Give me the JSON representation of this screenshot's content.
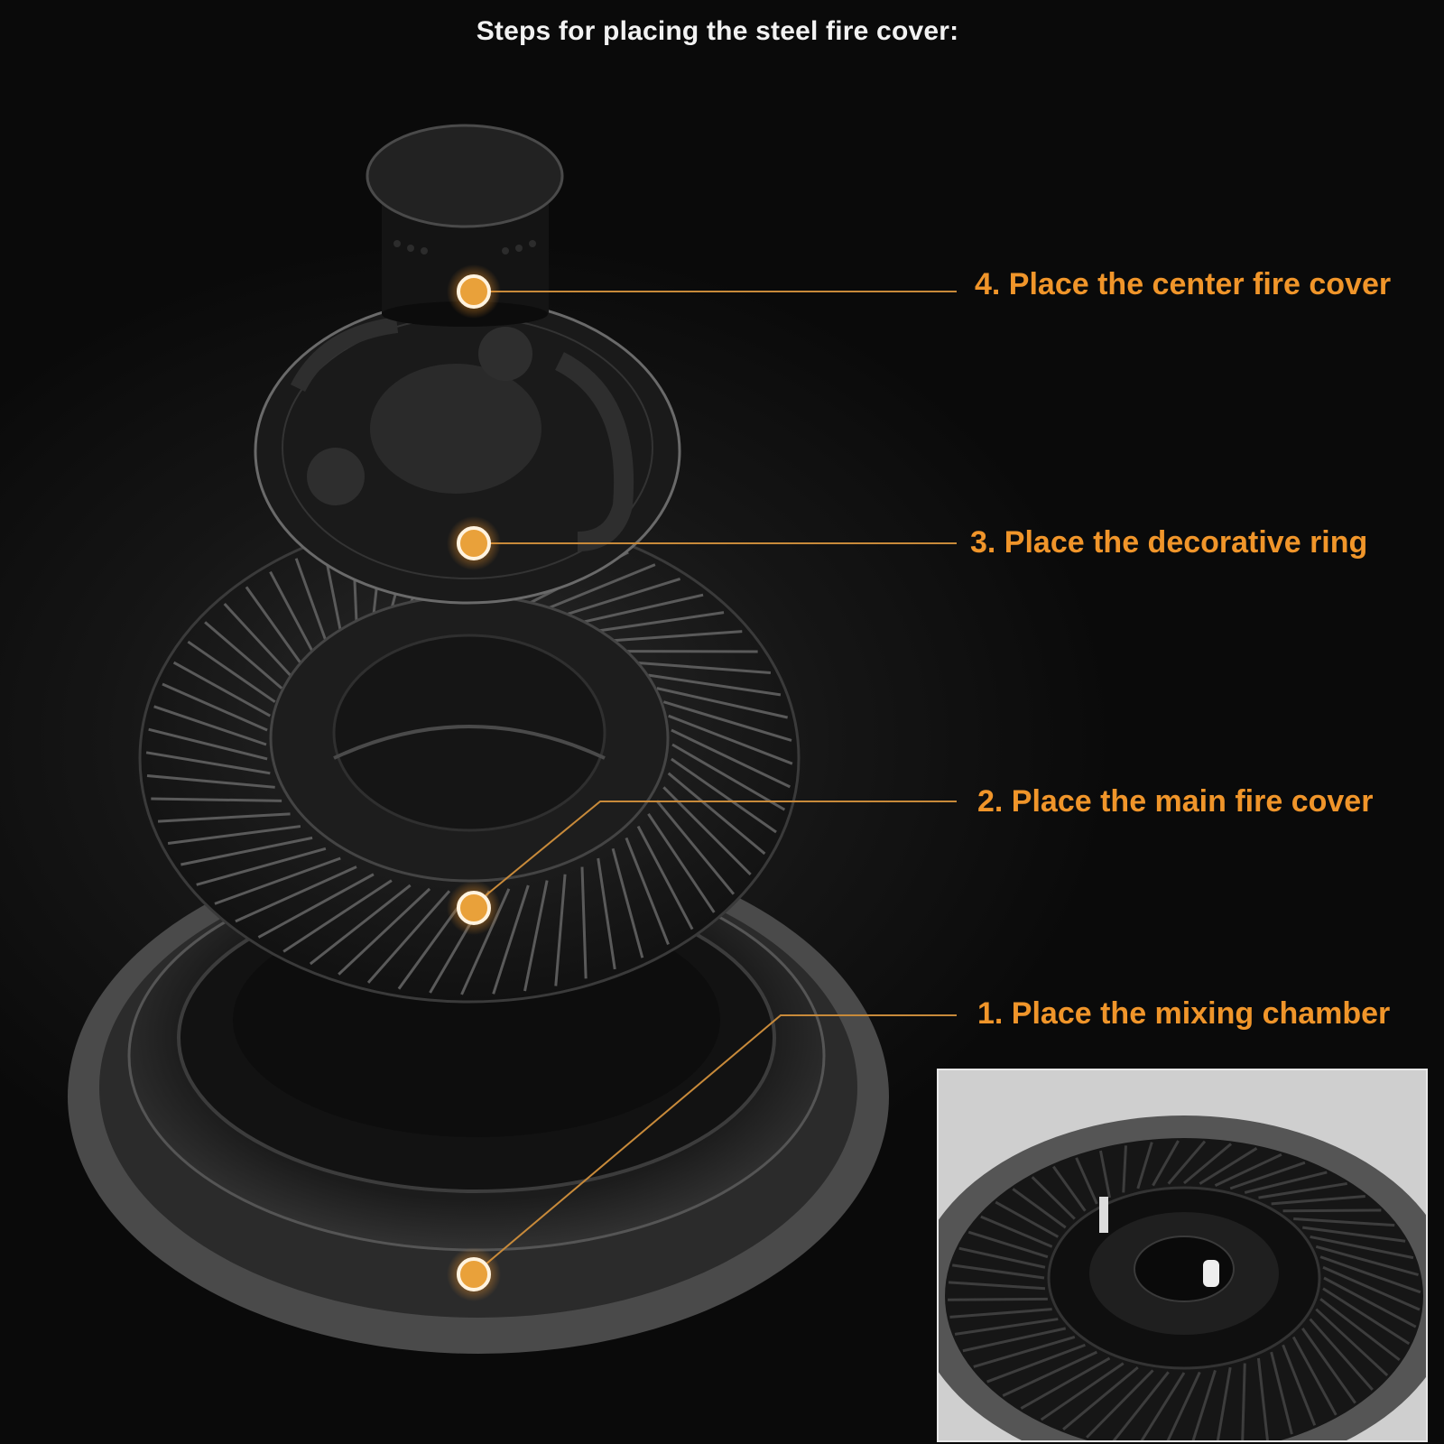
{
  "title": "Steps for placing the steel fire cover:",
  "steps": [
    {
      "number": 4,
      "label": "4. Place the center fire cover",
      "component": "center fire cover"
    },
    {
      "number": 3,
      "label": "3. Place the decorative ring",
      "component": "decorative ring"
    },
    {
      "number": 2,
      "label": "2. Place the main fire cover",
      "component": "main fire cover"
    },
    {
      "number": 1,
      "label": "1. Place the mixing chamber",
      "component": "mixing chamber"
    }
  ],
  "colors": {
    "accent": "#f0952a",
    "marker_fill": "#e9a13a",
    "background": "#0a0a0a",
    "title_text": "#f2f2f2"
  },
  "icons": {
    "marker": "orange-dot-marker"
  }
}
